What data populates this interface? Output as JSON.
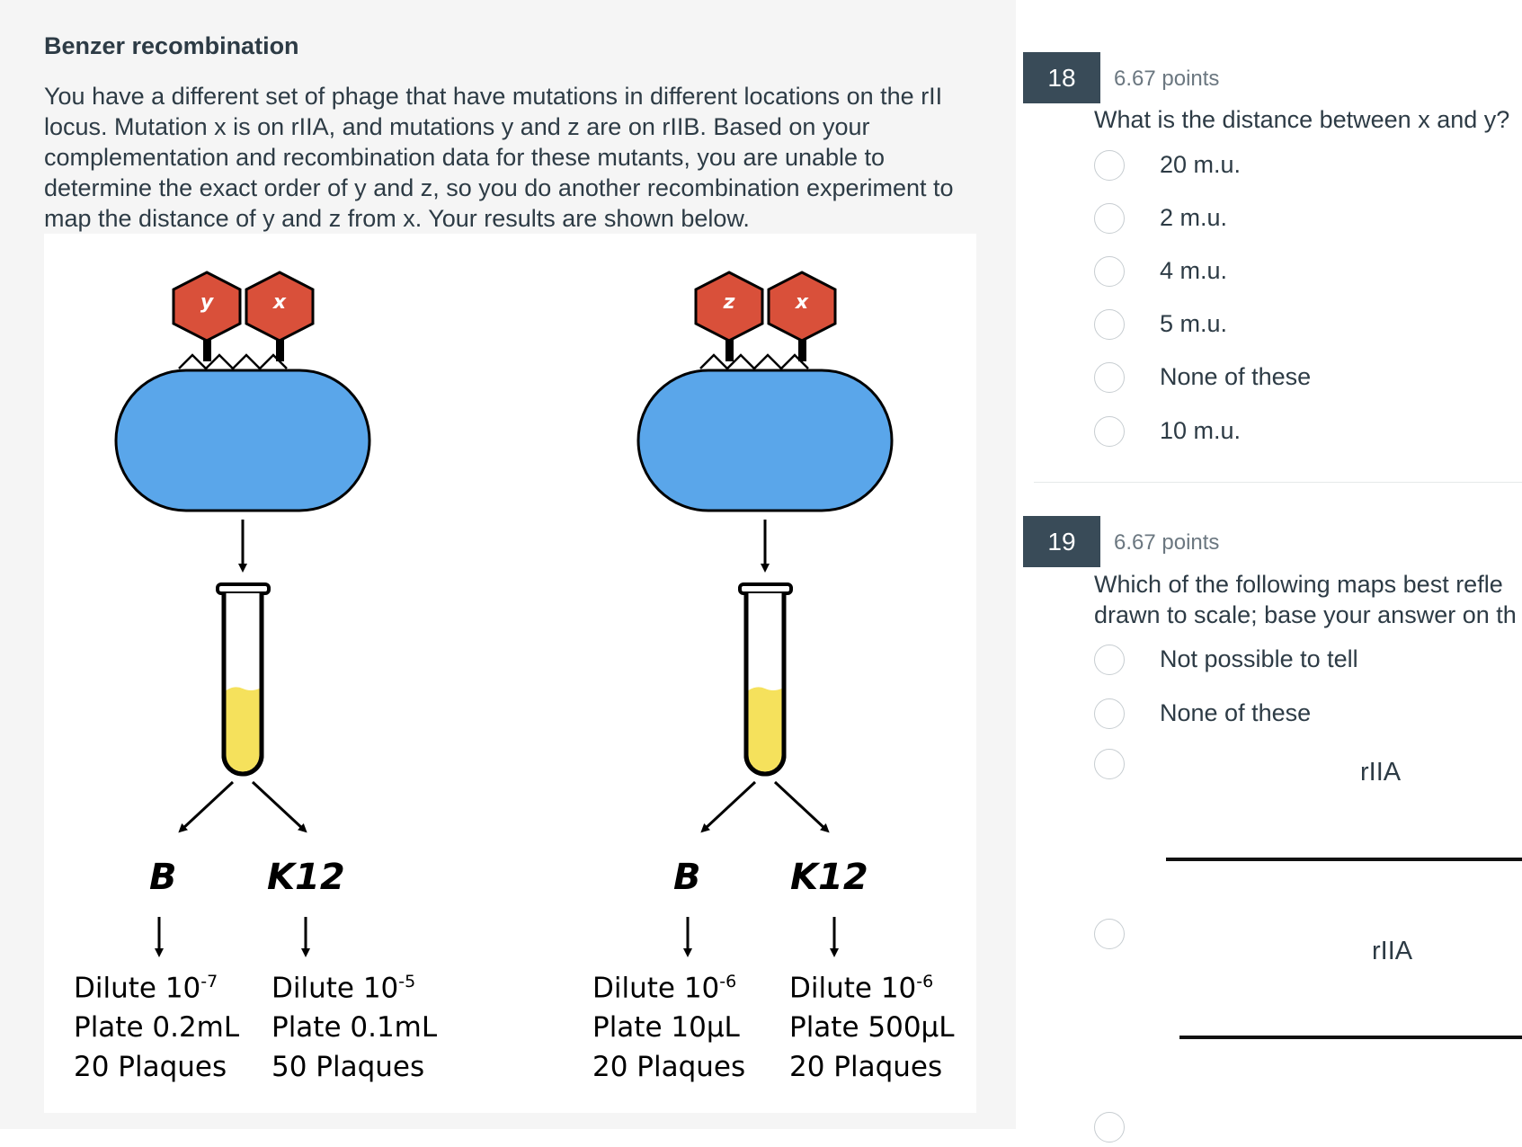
{
  "question_block": {
    "title": "Benzer recombination",
    "paragraph": "You have a different set of phage that have mutations in different locations on the rII locus. Mutation x is on rIIA, and mutations y and z are on rIIB. Based on your complementation and recombination data for these mutants, you are unable to determine the exact order of y and z, so you do another recombination experiment to map the distance of y and z from x. Your results are shown below."
  },
  "figure": {
    "left": {
      "phage_labels": [
        "y",
        "x"
      ],
      "strain_b": "B",
      "strain_k12": "K12",
      "b_plate": {
        "dilute": "Dilute 10",
        "exp": "-7",
        "plate": "Plate 0.2mL",
        "plaques": "20 Plaques"
      },
      "k12_plate": {
        "dilute": "Dilute 10",
        "exp": "-5",
        "plate": "Plate 0.1mL",
        "plaques": "50 Plaques"
      }
    },
    "right": {
      "phage_labels": [
        "z",
        "x"
      ],
      "strain_b": "B",
      "strain_k12": "K12",
      "b_plate": {
        "dilute": "Dilute 10",
        "exp": "-6",
        "plate": "Plate 10µL",
        "plaques": "20 Plaques"
      },
      "k12_plate": {
        "dilute": "Dilute 10",
        "exp": "-6",
        "plate": "Plate 500µL",
        "plaques": "20 Plaques"
      }
    },
    "colors": {
      "phage": "#d9503a",
      "cell": "#5aa6ea",
      "tube_liquid": "#f5e15c"
    }
  },
  "questions": [
    {
      "number": "18",
      "points": "6.67 points",
      "text": "What is the distance between x and y?",
      "options": [
        "20 m.u.",
        "2 m.u.",
        "4 m.u.",
        "5 m.u.",
        "None of these",
        "10 m.u."
      ]
    },
    {
      "number": "19",
      "points": "6.67 points",
      "text_line1": "Which of the following maps best refle",
      "text_line2": "drawn to scale; base your answer on th",
      "options": [
        "Not possible to tell",
        "None of these"
      ],
      "map_options": [
        "rIIA",
        "rIIA"
      ]
    }
  ]
}
